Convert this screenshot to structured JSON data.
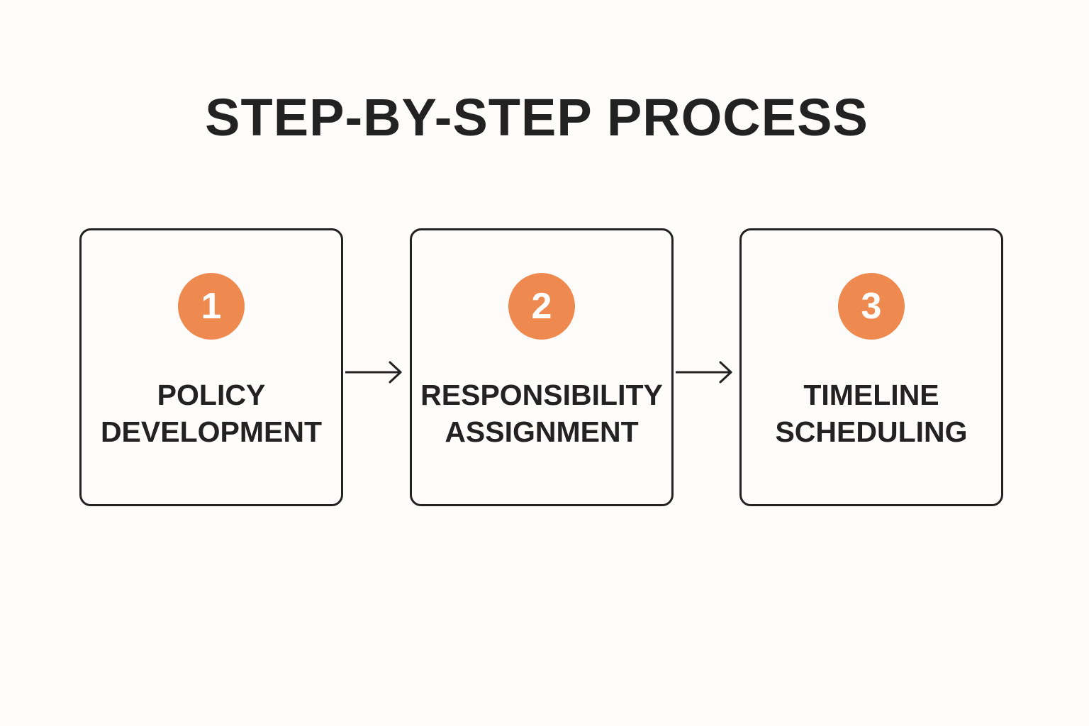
{
  "title": "STEP-BY-STEP PROCESS",
  "accent_color": "#ee8a4f",
  "steps": [
    {
      "number": "1",
      "line1": "POLICY",
      "line2": "DEVELOPMENT"
    },
    {
      "number": "2",
      "line1": "RESPONSIBILITY",
      "line2": "ASSIGNMENT"
    },
    {
      "number": "3",
      "line1": "TIMELINE",
      "line2": "SCHEDULING"
    }
  ],
  "connectors": [
    "arrow-right-icon",
    "arrow-right-icon"
  ]
}
